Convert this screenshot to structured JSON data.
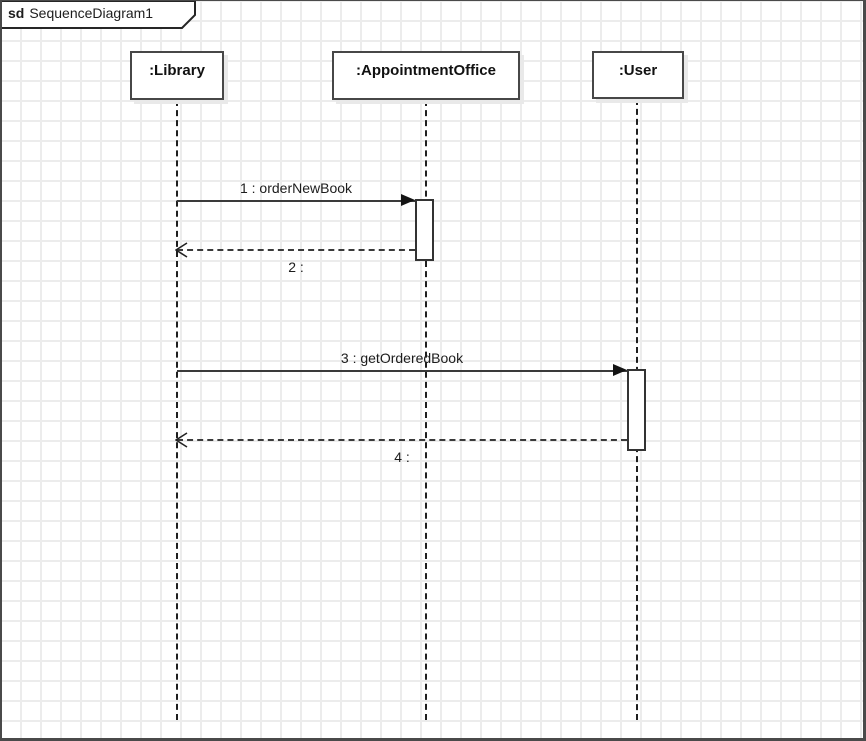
{
  "frame": {
    "keyword": "sd",
    "title": "SequenceDiagram1"
  },
  "lifelines": [
    {
      "id": "library",
      "label": ":Library"
    },
    {
      "id": "appointment-office",
      "label": ":AppointmentOffice"
    },
    {
      "id": "user",
      "label": ":User"
    }
  ],
  "messages": [
    {
      "label": "1 : orderNewBook",
      "kind": "sync-call",
      "from": ":Library",
      "to": ":AppointmentOffice"
    },
    {
      "label": "2 :",
      "kind": "return",
      "from": ":AppointmentOffice",
      "to": ":Library"
    },
    {
      "label": "3 : getOrderedBook",
      "kind": "sync-call",
      "from": ":Library",
      "to": ":User"
    },
    {
      "label": "4 :",
      "kind": "return",
      "from": ":User",
      "to": ":Library"
    }
  ],
  "colors": {
    "background": "#ffffff",
    "grid_line": "#ececec",
    "frame_border": "#4a4a4a",
    "shape_border": "#474747",
    "message_line": "#3a3a3a",
    "box_shadow": "#e9e9e9",
    "text": "#1c1c1c"
  }
}
